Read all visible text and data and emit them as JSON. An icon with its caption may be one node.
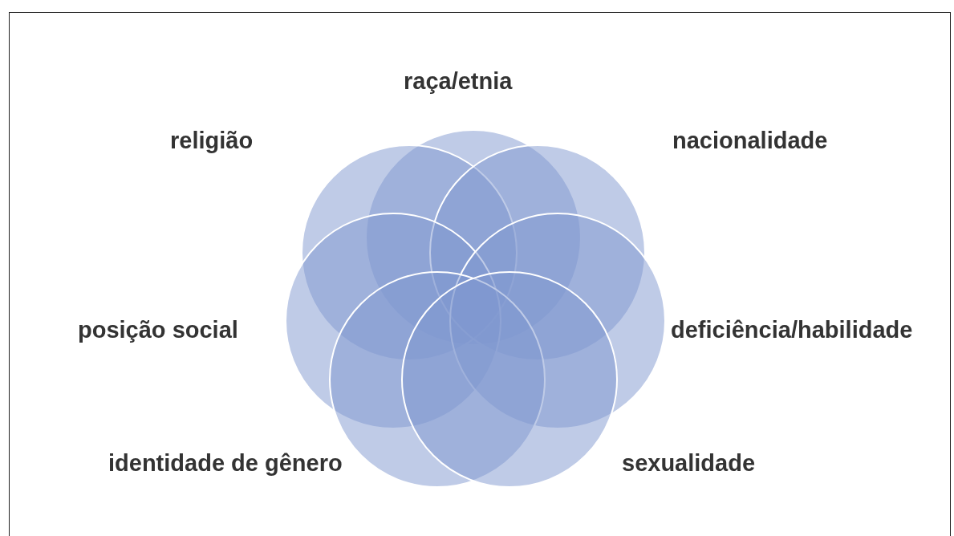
{
  "diagram": {
    "labels": [
      "raça/etnia",
      "religião",
      "nacionalidade",
      "posição social",
      "deficiência/habilidade",
      "identidade de gênero",
      "sexualidade"
    ]
  }
}
